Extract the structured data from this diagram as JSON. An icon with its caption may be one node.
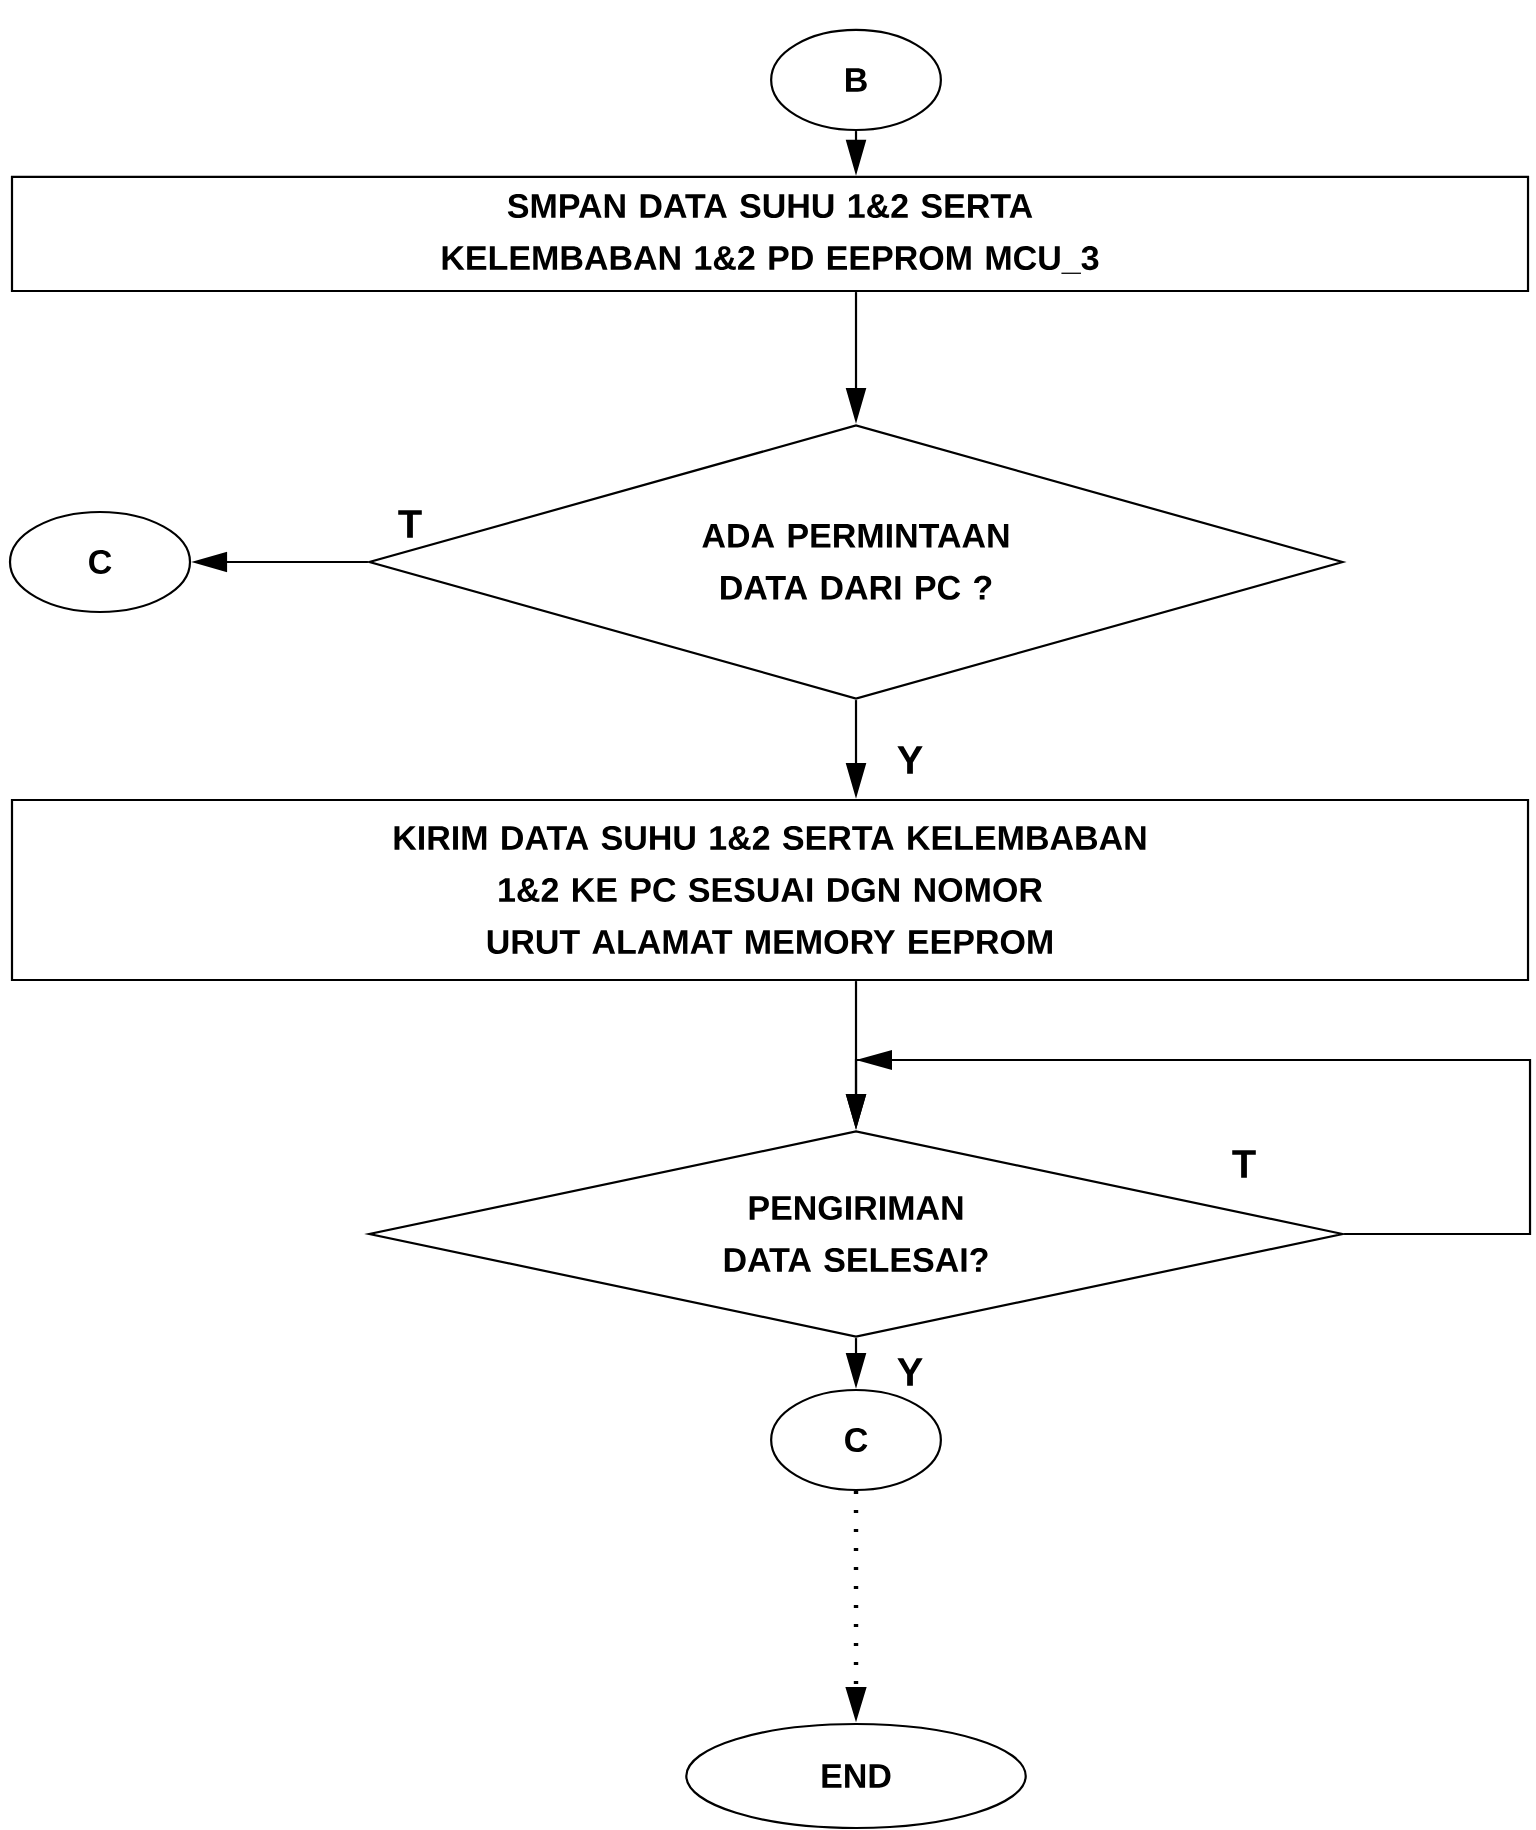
{
  "diagram": {
    "nodes": [
      {
        "text": [
          "B"
        ]
      },
      {
        "text": [
          "SMPAN DATA SUHU 1&2 SERTA KELEMBABAN 1&2 PD EEPROM MCU_3"
        ]
      },
      {
        "text": [
          "ADA PERMINTAAN DATA DARI PC ?"
        ]
      },
      {
        "text": [
          "C"
        ]
      },
      {
        "text": [
          "KIRIM DATA SUHU 1&2 SERTA KELEMBABAN 1&2 KE PC SESUAI DGN NOMOR URUT ALAMAT MEMORY EEPROM"
        ]
      },
      {
        "text": [
          "PENGIRIMAN DATA SELESAI?"
        ]
      },
      {
        "text": [
          "C"
        ]
      },
      {
        "text": [
          "END"
        ]
      }
    ],
    "edges": [
      {
        "from": 0,
        "to": 1,
        "arrow": "to"
      },
      {
        "from": 1,
        "to": 2,
        "arrow": "to"
      },
      {
        "from": 2,
        "to": 3,
        "arrow": "to",
        "label": "T"
      },
      {
        "from": 2,
        "to": 4,
        "arrow": "to",
        "label": "Y"
      },
      {
        "from": 4,
        "to": 5,
        "arrow": "to"
      },
      {
        "from": 5,
        "to": 5,
        "arrow": "to",
        "label": "T"
      },
      {
        "from": 5,
        "to": 6,
        "arrow": "to",
        "label": "Y"
      },
      {
        "from": 6,
        "to": 7,
        "arrow": "to",
        "style": "dashed"
      }
    ]
  }
}
